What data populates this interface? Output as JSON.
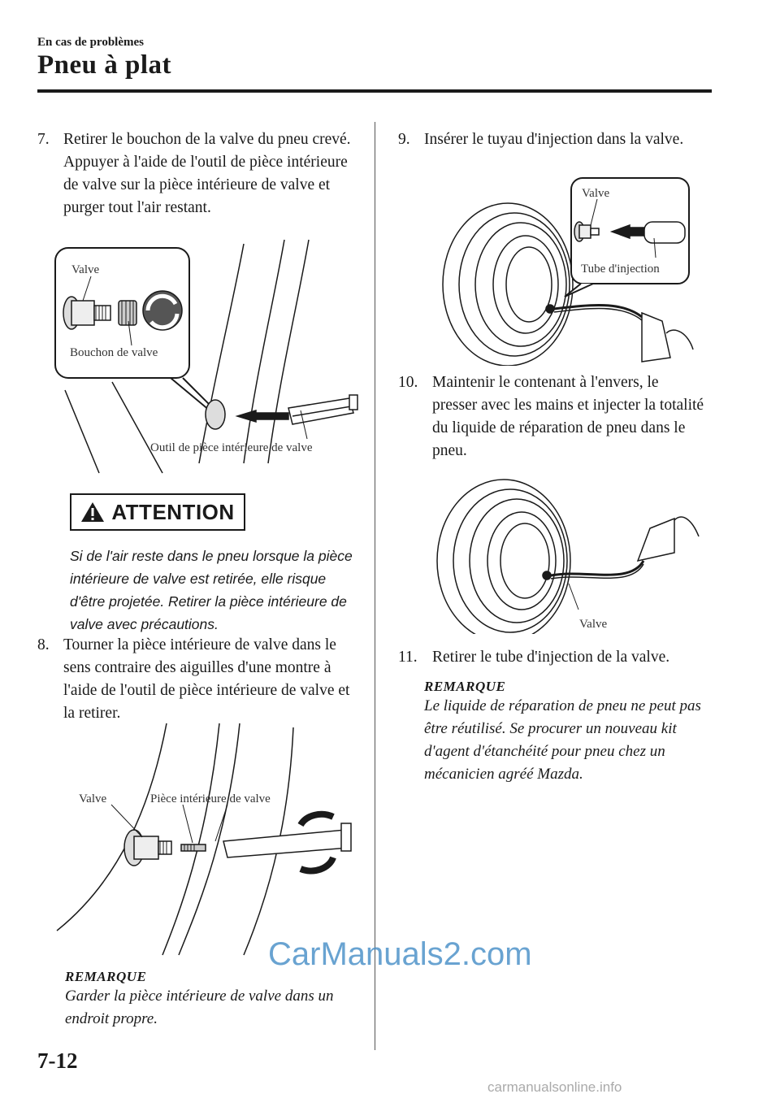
{
  "header": {
    "section": "En cas de problèmes",
    "title": "Pneu à plat"
  },
  "steps": [
    {
      "num": "7.",
      "text": "Retirer le bouchon de la valve du pneu crevé. Appuyer à l'aide de l'outil de pièce intérieure de valve sur la pièce intérieure de valve et purger tout l'air restant."
    },
    {
      "num": "8.",
      "text": "Tourner la pièce intérieure de valve dans le sens contraire des aiguilles d'une montre à l'aide de l'outil de pièce intérieure de valve et la retirer."
    },
    {
      "num": "9.",
      "text": "Insérer le tuyau d'injection dans la valve."
    },
    {
      "num": "10.",
      "text": "Maintenir le contenant à l'envers, le presser avec les mains et injecter la totalité du liquide de réparation de pneu dans le pneu."
    },
    {
      "num": "11.",
      "text": "Retirer le tube d'injection de la valve."
    }
  ],
  "figures": {
    "fig1": {
      "valve": "Valve",
      "cap": "Bouchon de valve",
      "tool": "Outil de pièce intérieure de valve"
    },
    "fig2": {
      "valve": "Valve",
      "core": "Pièce intérieure de valve"
    },
    "fig3": {
      "valve": "Valve",
      "tube": "Tube d'injection"
    },
    "fig4": {
      "valve": "Valve"
    }
  },
  "attention": {
    "label": "ATTENTION",
    "text": "Si de l'air reste dans le pneu lorsque la pièce intérieure de valve est retirée, elle risque d'être projetée. Retirer la pièce intérieure de valve avec précautions."
  },
  "notes": [
    {
      "head": "REMARQUE",
      "text": "Garder la pièce intérieure de valve dans un endroit propre."
    },
    {
      "head": "REMARQUE",
      "text": "Le liquide de réparation de pneu ne peut pas être réutilisé. Se procurer un nouveau kit d'agent d'étanchéité pour pneu chez un mécanicien agréé Mazda."
    }
  ],
  "watermarks": {
    "center": "CarManuals2.com",
    "footer": "carmanualsonline.info"
  },
  "page_number": "7-12"
}
